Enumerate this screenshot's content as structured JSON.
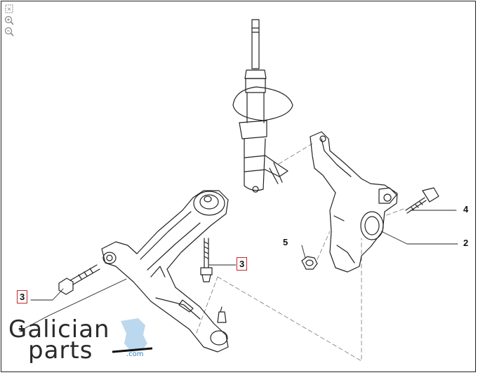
{
  "toolbar": {
    "fit_icon": "fit-page-icon",
    "zoom_in_icon": "zoom-in-icon",
    "zoom_out_icon": "zoom-out-icon"
  },
  "callouts": [
    {
      "id": "c1",
      "label": "1",
      "boxed": false
    },
    {
      "id": "c2",
      "label": "2",
      "boxed": false
    },
    {
      "id": "c3a",
      "label": "3",
      "boxed": true
    },
    {
      "id": "c3b",
      "label": "3",
      "boxed": true
    },
    {
      "id": "c4",
      "label": "4",
      "boxed": false
    },
    {
      "id": "c5",
      "label": "5",
      "boxed": false
    }
  ],
  "logo": {
    "line1": "Galician",
    "line2": "parts",
    "suffix": ".com",
    "accent_color": "#2b7fc4"
  },
  "colors": {
    "callout_box": "#c0292b",
    "line": "#222222"
  }
}
